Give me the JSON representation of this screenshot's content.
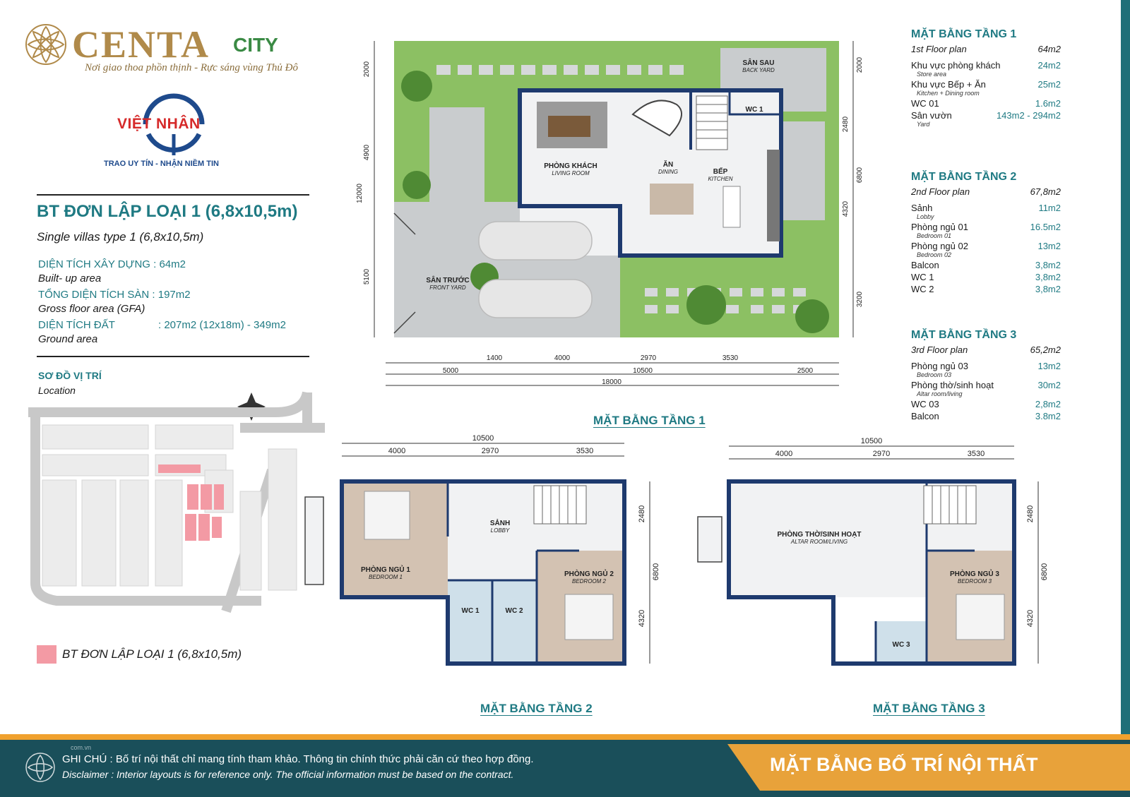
{
  "brand": {
    "name": "CENTA",
    "city": "CITY",
    "tagline": "Nơi giao thoa phồn thịnh - Rực sáng vùng Thủ Đô",
    "partner": "VIỆT NHÂN",
    "partner_slogan": "TRAO UY TÍN - NHẬN NIỀM TIN"
  },
  "product": {
    "title_vi": "BT ĐƠN LẬP LOẠI 1 (6,8x10,5m)",
    "title_en": "Single villas type 1 (6,8x10,5m)",
    "specs": [
      {
        "label": "DIỆN TÍCH XÂY DỰNG : 64m2",
        "en": "Built- up area"
      },
      {
        "label": "TỔNG DIỆN TÍCH SÀN : 197m2",
        "en": "Gross floor area (GFA)"
      },
      {
        "label": "DIỆN TÍCH ĐẤT",
        "value": ": 207m2 (12x18m) - 349m2",
        "en": "Ground area"
      }
    ]
  },
  "location": {
    "title": "SƠ ĐỒ VỊ TRÍ",
    "title_en": "Location",
    "legend": "BT ĐƠN LẬP LOẠI 1 (6,8x10,5m)",
    "highlight_color": "#f39aa4"
  },
  "floor1": {
    "title": "MẶT BẰNG TẦNG 1",
    "rooms": {
      "living": "PHÒNG KHÁCH",
      "living_en": "LIVING ROOM",
      "dining": "ĂN",
      "dining_en": "DINING",
      "kitchen": "BẾP",
      "kitchen_en": "KITCHEN",
      "wc": "WC 1",
      "back_yard": "SÂN SAU",
      "back_yard_en": "BACK YARD",
      "front_yard": "SÂN TRƯỚC",
      "front_yard_en": "FRONT YARD"
    },
    "dims": {
      "left": [
        "2000",
        "4900",
        "12000",
        "5100"
      ],
      "right": [
        "2000",
        "2480",
        "6800",
        "4320",
        "3200"
      ],
      "bottom_row1": [
        "1400",
        "4000",
        "2970",
        "3530"
      ],
      "bottom_row2": [
        "5000",
        "10500",
        "2500"
      ],
      "bottom_total": "18000"
    }
  },
  "floor2": {
    "title": "MẶT BẰNG TẦNG 2",
    "rooms": {
      "bed1": "PHÒNG NGỦ 1",
      "bed1_en": "BEDROOM 1",
      "lobby": "SẢNH",
      "lobby_en": "LOBBY",
      "bed2": "PHÒNG NGỦ 2",
      "bed2_en": "BEDROOM 2",
      "wc1": "WC 1",
      "wc2": "WC 2"
    },
    "dims": {
      "total": "10500",
      "parts": [
        "4000",
        "2970",
        "3530"
      ],
      "right": [
        "2480",
        "6800",
        "4320"
      ]
    }
  },
  "floor3": {
    "title": "MẶT BẰNG TẦNG 3",
    "rooms": {
      "altar": "PHÒNG THỜ/SINH HOẠT",
      "altar_en": "ALTAR ROOM/LIVING",
      "bed3": "PHÒNG NGỦ 3",
      "bed3_en": "BEDROOM 3",
      "wc3": "WC 3"
    },
    "dims": {
      "total": "10500",
      "parts": [
        "4000",
        "2970",
        "3530"
      ],
      "right": [
        "2480",
        "6800",
        "4320"
      ]
    }
  },
  "areas": [
    {
      "title": "MẶT BẰNG TẦNG 1",
      "sub": "1st Floor plan",
      "total": "64m2",
      "rows": [
        {
          "name": "Khu vực phòng khách",
          "en": "Store area",
          "value": "24m2"
        },
        {
          "name": "Khu vực Bếp + Ăn",
          "en": "Kitchen + Dining room",
          "value": "25m2"
        },
        {
          "name": "WC 01",
          "en": "",
          "value": "1.6m2"
        },
        {
          "name": "Sân vườn",
          "en": "Yard",
          "value": "143m2 - 294m2"
        }
      ]
    },
    {
      "title": "MẶT BẰNG TẦNG 2",
      "sub": "2nd Floor plan",
      "total": "67,8m2",
      "rows": [
        {
          "name": "Sảnh",
          "en": "Lobby",
          "value": "11m2"
        },
        {
          "name": "Phòng ngủ 01",
          "en": "Bedroom 01",
          "value": "16.5m2"
        },
        {
          "name": "Phòng ngủ 02",
          "en": "Bedroom 02",
          "value": "13m2"
        },
        {
          "name": "Balcon",
          "en": "",
          "value": "3,8m2"
        },
        {
          "name": "WC 1",
          "en": "",
          "value": "3,8m2"
        },
        {
          "name": "WC 2",
          "en": "",
          "value": "3,8m2"
        }
      ]
    },
    {
      "title": "MẶT BẰNG TẦNG 3",
      "sub": "3rd Floor plan",
      "total": "65,2m2",
      "rows": [
        {
          "name": "Phòng ngủ 03",
          "en": "Bedroom 03",
          "value": "13m2"
        },
        {
          "name": "Phòng thờ/sinh hoạt",
          "en": "Altar room/living",
          "value": "30m2"
        },
        {
          "name": "WC 03",
          "en": "",
          "value": "2,8m2"
        },
        {
          "name": "Balcon",
          "en": "",
          "value": "3.8m2"
        }
      ]
    }
  ],
  "footer": {
    "note_vi": "GHI CHÚ : Bố trí nội thất chỉ mang tính tham khảo. Thông tin chính thức phải căn cứ theo hợp đồng.",
    "note_en": "Disclaimer : Interior layouts is for reference only. The official information must be based on the contract.",
    "banner": "MẶT BẰNG BỐ TRÍ NỘI THẤT",
    "watermark": "com.vn"
  },
  "colors": {
    "teal": "#1f7a83",
    "gold": "#b08a4a",
    "grass": "#8cc063",
    "paving": "#c9ccce",
    "wall": "#1e3a6e",
    "floor_light": "#f1f2f3",
    "floor_wood": "#d3c2b2",
    "tile": "#cfe0ea",
    "footer": "#1a4f5a",
    "banner": "#e8a23a"
  }
}
